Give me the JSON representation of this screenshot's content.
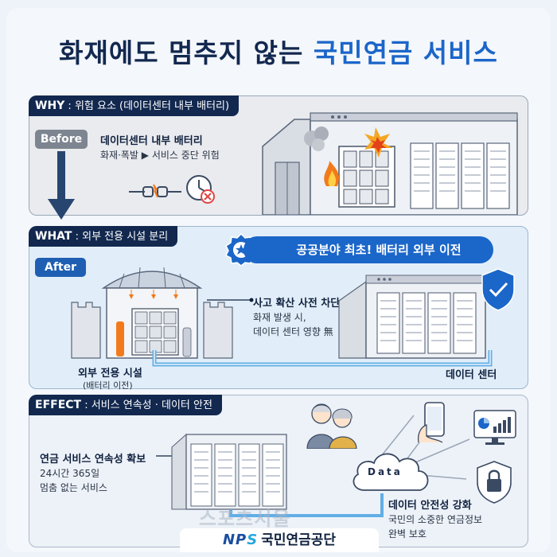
{
  "headline": {
    "part1": "화재에도 멈추지 않는 ",
    "part2": "국민연금 서비스"
  },
  "why": {
    "tag_key": "WHY",
    "tag_value": " : 위험 요소 (데이터센터 내부 배터리)",
    "before_label": "Before",
    "title": "데이터센터 내부 배터리",
    "desc": "화재·폭발 ▶ 서비스 중단 위험"
  },
  "what": {
    "tag_key": "WHAT",
    "tag_value": " : 외부 전용 시설 분리",
    "after_label": "After",
    "banner": "공공분야 최초! 배터리 외부 이전",
    "point_title": "사고 확산 사전 차단",
    "point_desc_1": "화재 발생 시,",
    "point_desc_2": "데이터 센터 영향 無",
    "facility_label": "외부 전용 시설",
    "facility_sub": "(배터리 이전)",
    "datacenter_label": "데이터 센터"
  },
  "effect": {
    "tag_key": "EFFECT",
    "tag_value": " : 서비스 연속성 · 데이터 안전",
    "continuity_title": "연금 서비스 연속성 확보",
    "continuity_desc_1": "24시간 365일",
    "continuity_desc_2": "멈춤 없는 서비스",
    "cloud_label": "Data",
    "security_title": "데이터 안전성 강화",
    "security_desc_1": "국민의 소중한 연금정보",
    "security_desc_2": "완벽 보호"
  },
  "footer": {
    "logo_n": "NP",
    "logo_s": "S",
    "org": "국민연금공단"
  },
  "watermark": "스포츠서울",
  "colors": {
    "navy": "#12284f",
    "blue": "#1b66c9",
    "fire": "#f27a1a",
    "cable": "#62aee6"
  }
}
